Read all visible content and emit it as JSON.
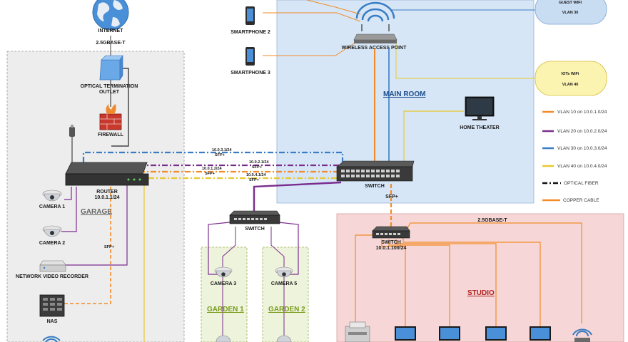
{
  "devices": {
    "internet": "INTERNET",
    "uplink": "2.5GBASE-T",
    "ont_line1": "OPTICAL TERMINATION",
    "ont_line2": "OUTLET",
    "firewall": "FIREWALL",
    "router_line1": "ROUTER",
    "router_line2": "10.0.1.1/24",
    "camera1": "CAMERA 1",
    "camera2": "CAMERA 2",
    "camera3": "CAMERA 3",
    "camera5": "CAMERA 5",
    "nvr": "NETWORK VIDEO RECORDER",
    "nas": "NAS",
    "smartphone2": "SMARTPHONE 2",
    "smartphone3": "SMARTPHONE 3",
    "wap": "WIRELESS ACCESS POINT",
    "home_theater": "HOME THEATER",
    "main_switch": "SWITCH",
    "garden_switch": "SWITCH",
    "studio_switch_line1": "SWITCH",
    "studio_switch_line2": "10.0.1.100/24",
    "studio_uplink": "2.5GBASE-T",
    "sfp_main": "SFP+",
    "sfp_garage": "SFP+"
  },
  "zones": {
    "garage": "GARAGE",
    "main_room": "MAIN ROOM",
    "garden1": "GARDEN 1",
    "garden2": "GARDEN 2",
    "studio": "STUDIO"
  },
  "wifi": {
    "guest_line1": "GUEST WIFI",
    "guest_line2": "VLAN 30",
    "iot_line1": "IOTs WiFi",
    "iot_line2": "VLAN 40"
  },
  "trunk_labels": {
    "vlan30_ip": "10.0.3.1/24",
    "vlan30_sfp": "SFP+",
    "vlan20_ip": "10.0.2.1/24",
    "vlan20_sfp": "SFP+",
    "vlan10_ip": "10.0.1.2/24",
    "vlan10_sfp": "SFP+",
    "vlan40_ip": "10.0.4.1/24",
    "vlan40_sfp": "SFP+"
  },
  "legend": [
    {
      "label": "VLAN 10 on 10.0.1.0/24",
      "color": "#f28c28",
      "style": "solid"
    },
    {
      "label": "VLAN 20 on 10.0.2.0/24",
      "color": "#7b2d8e",
      "style": "solid"
    },
    {
      "label": "VLAN 30 on 10.0.3.0/24",
      "color": "#3a7cc4",
      "style": "solid"
    },
    {
      "label": "VLAN 40 on 10.0.4.0/24",
      "color": "#e8c830",
      "style": "solid"
    },
    {
      "label": "OPTICAL FIBER",
      "color": "#111111",
      "style": "dashdot"
    },
    {
      "label": "COPPER CABLE",
      "color": "#f28c28",
      "style": "solid"
    }
  ],
  "colors": {
    "vlan10": "#f28c28",
    "vlan20": "#7b2d8e",
    "vlan30": "#3a7cc4",
    "vlan40": "#e8c830",
    "garage_bg": "#ededed",
    "main_bg": "#d6e6f7",
    "studio_bg": "#f6d6d6",
    "garden_bg": "#eef4dc",
    "zone_garage": "#666666",
    "zone_main": "#1f4e8c",
    "zone_garden": "#7a9a1a",
    "zone_studio": "#b22222"
  }
}
